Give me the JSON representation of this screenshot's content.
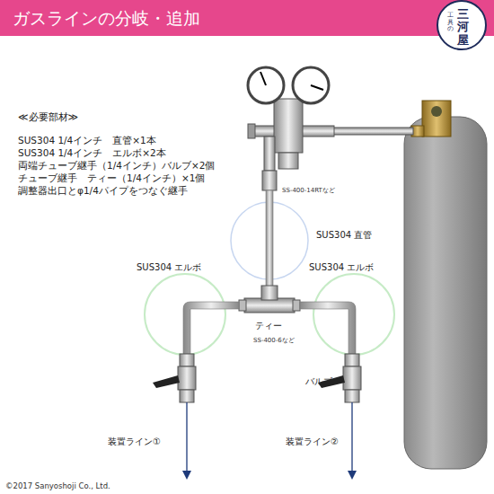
{
  "diagram": {
    "title": "ガスラインの分岐・追加",
    "nodes": [
      {
        "text": [
          "工具の",
          "三河屋"
        ]
      }
    ],
    "labels": [
      "≪必要部材≫",
      "SUS304 1/4インチ　直管×1本",
      "SUS304 1/4インチ　エルボ×2本",
      "両端チューブ継手（1/4インチ）バルブ×2個",
      "チューブ継手　ティー（1/4インチ）×1個",
      "調整器出口とφ1/4パイプをつなぐ継手",
      "SS-400-14RTなど",
      "SUS304 直管",
      "SUS304 エルボ",
      "SUS304 エルボ",
      "ティー",
      "SS-400-6など",
      "バルブ",
      "装置ライン①",
      "装置ライン②",
      "©2017 Sanyoshoji Co., Ltd."
    ]
  }
}
